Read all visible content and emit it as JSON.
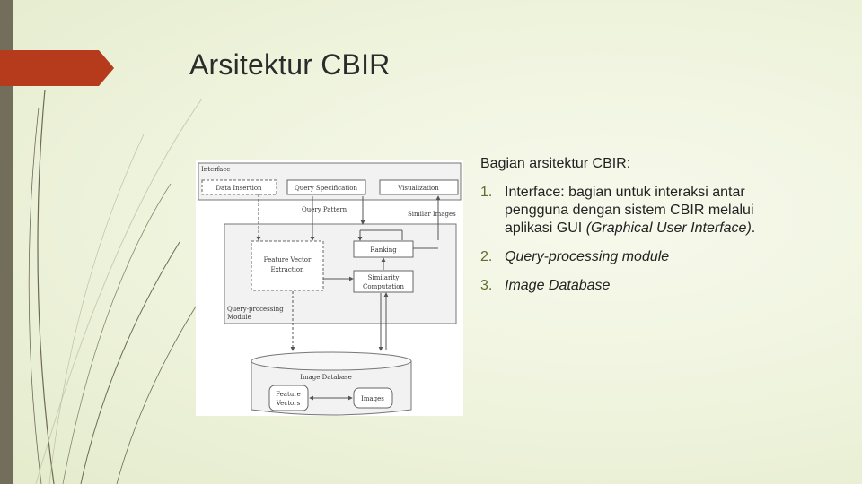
{
  "slide": {
    "title": "Arsitektur CBIR",
    "colors": {
      "background": "#eef3dc",
      "accent": "#b63a1c",
      "bar": "#736d5b",
      "number": "#5b6e2c"
    }
  },
  "content": {
    "intro": "Bagian arsitektur CBIR:",
    "items": [
      {
        "num": "1.",
        "text": "Interface: bagian untuk interaksi antar pengguna dengan sistem CBIR melalui aplikasi GUI ",
        "italic": "(Graphical User Interface)",
        "after": "."
      },
      {
        "num": "2.",
        "text": "",
        "italic": "Query-processing module",
        "after": ""
      },
      {
        "num": "3.",
        "text": "",
        "italic": "Image Database",
        "after": ""
      }
    ]
  },
  "diagram": {
    "interface": "Interface",
    "data_insertion": "Data Insertion",
    "query_specification": "Query Specification",
    "visualization": "Visualization",
    "query_pattern": "Query Pattern",
    "similar_images": "Similar Images",
    "feature_vector_extraction": [
      "Feature Vector",
      "Extraction"
    ],
    "ranking": "Ranking",
    "similarity_computation": [
      "Similarity",
      "Computation"
    ],
    "query_processing_module": [
      "Query-processing",
      "Module"
    ],
    "image_database": "Image Database",
    "feature_vectors": [
      "Feature",
      "Vectors"
    ],
    "images": "Images"
  }
}
